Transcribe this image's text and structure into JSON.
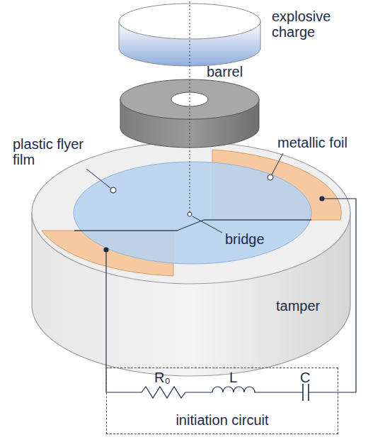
{
  "diagram": {
    "nodes": [
      {
        "text": [
          "initiation circuit"
        ]
      }
    ],
    "labels": [
      "explosive charge",
      "barrel",
      "plastic flyer film",
      "metallic foil",
      "bridge",
      "tamper",
      "R₀",
      "L",
      "C"
    ]
  }
}
